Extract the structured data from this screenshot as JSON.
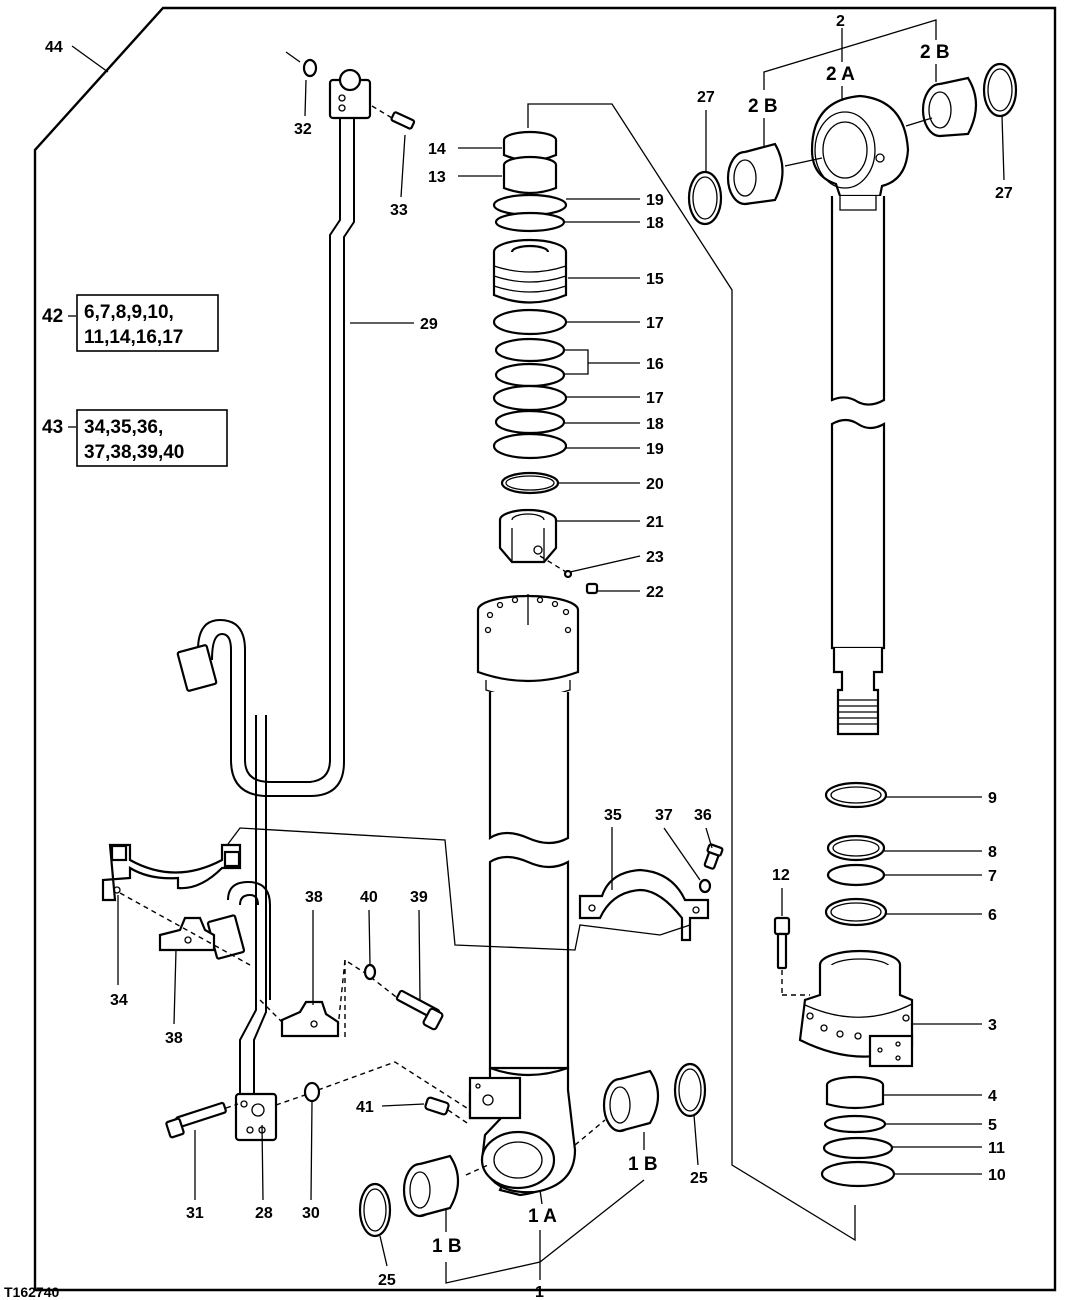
{
  "figure_id": "T162740",
  "kits": [
    {
      "id": "42",
      "line1": "6,7,8,9,10,",
      "line2": "11,14,16,17"
    },
    {
      "id": "43",
      "line1": "34,35,36,",
      "line2": "37,38,39,40"
    }
  ],
  "callouts": {
    "c1": "1",
    "c1A": "1 A",
    "c1B_left": "1 B",
    "c1B_right": "1 B",
    "c2": "2",
    "c2A": "2 A",
    "c2B_left": "2 B",
    "c2B_right": "2 B",
    "c3": "3",
    "c4": "4",
    "c5": "5",
    "c6": "6",
    "c7": "7",
    "c8": "8",
    "c9": "9",
    "c10": "10",
    "c11": "11",
    "c12": "12",
    "c13": "13",
    "c14": "14",
    "c15": "15",
    "c16": "16",
    "c17a": "17",
    "c17b": "17",
    "c18a": "18",
    "c18b": "18",
    "c19a": "19",
    "c19b": "19",
    "c20": "20",
    "c21": "21",
    "c22": "22",
    "c23": "23",
    "c25a": "25",
    "c25b": "25",
    "c27a": "27",
    "c27b": "27",
    "c28": "28",
    "c29": "29",
    "c30": "30",
    "c31": "31",
    "c32": "32",
    "c33": "33",
    "c34": "34",
    "c35": "35",
    "c36": "36",
    "c37": "37",
    "c38a": "38",
    "c38b": "38",
    "c39": "39",
    "c40": "40",
    "c41": "41",
    "c44": "44"
  }
}
